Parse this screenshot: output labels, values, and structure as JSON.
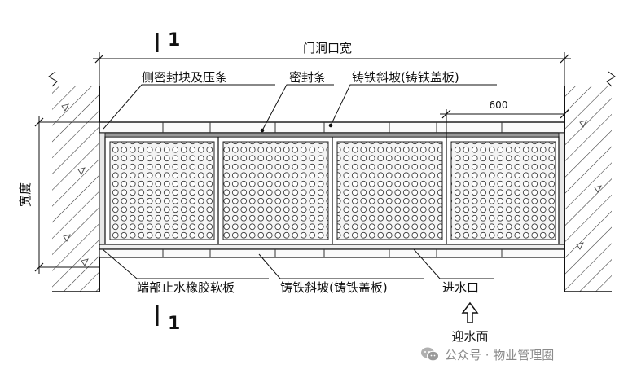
{
  "drawing": {
    "top_dimension": "门洞口宽",
    "side_dimension": "宽度",
    "sub_dimension": "600",
    "section_mark_top": "1",
    "section_mark_bottom": "1",
    "labels_top": [
      "侧密封块及压条",
      "密封条",
      "铸铁斜坡(铸铁盖板)"
    ],
    "labels_bottom": [
      "端部止水橡胶软板",
      "铸铁斜坡(铸铁盖板)",
      "进水口"
    ],
    "water_side": "迎水面"
  },
  "watermark": {
    "text": "公众号 · 物业管理圈",
    "icon": "wechat-icon"
  }
}
